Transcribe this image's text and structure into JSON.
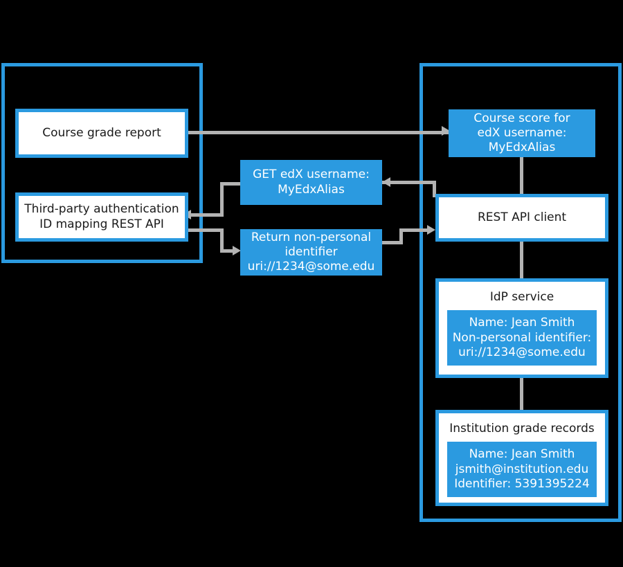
{
  "diagram": {
    "title": "edX third-party ID mapping data flow",
    "colors": {
      "accent_blue": "#2b9ae0",
      "connector_gray": "#b3b3b3",
      "background": "#000000",
      "box_fill_white": "#ffffff",
      "text_dark": "#1a1a1a",
      "text_light": "#ffffff"
    }
  },
  "panels": {
    "left": {
      "label": ""
    },
    "right": {
      "label": ""
    }
  },
  "nodes": {
    "course_grade_report": {
      "label": "Course grade report"
    },
    "third_party_api": {
      "line1": "Third-party authentication",
      "line2": "ID mapping REST API"
    },
    "get_edx_username": {
      "line1": "GET edX username:",
      "line2": "MyEdxAlias"
    },
    "return_identifier": {
      "line1": "Return non-personal",
      "line2": "identifier",
      "line3": "uri://1234@some.edu"
    },
    "course_score": {
      "line1": "Course score for",
      "line2": "edX username:",
      "line3": "MyEdxAlias"
    },
    "rest_api_client": {
      "label": "REST API client"
    },
    "idp_service": {
      "title": "IdP service",
      "line1": "Name: Jean Smith",
      "line2": "Non-personal identifier:",
      "line3": "uri://1234@some.edu"
    },
    "institution_records": {
      "title": "Institution grade records",
      "line1": "Name: Jean Smith",
      "line2": "jsmith@institution.edu",
      "line3": "Identifier: 5391395224"
    }
  }
}
